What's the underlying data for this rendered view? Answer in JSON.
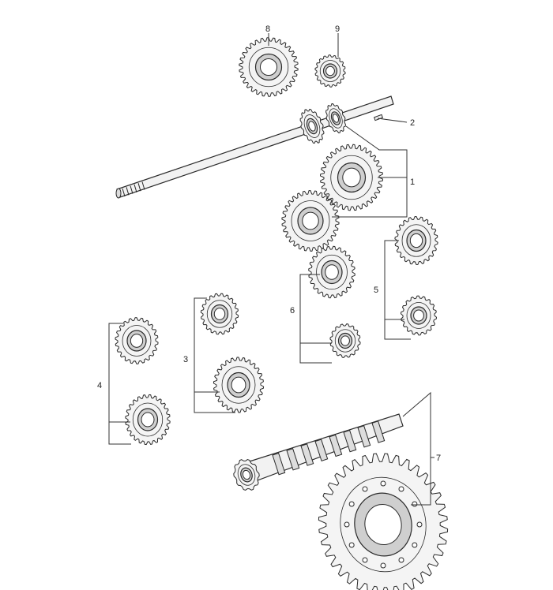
{
  "diagram": {
    "type": "exploded parts diagram - transmission gear shafts",
    "callouts": [
      "1",
      "2",
      "3",
      "4",
      "5",
      "6",
      "7",
      "8",
      "9"
    ],
    "ink_color": "#2a2a2a",
    "paper_color": "#ffffff"
  }
}
